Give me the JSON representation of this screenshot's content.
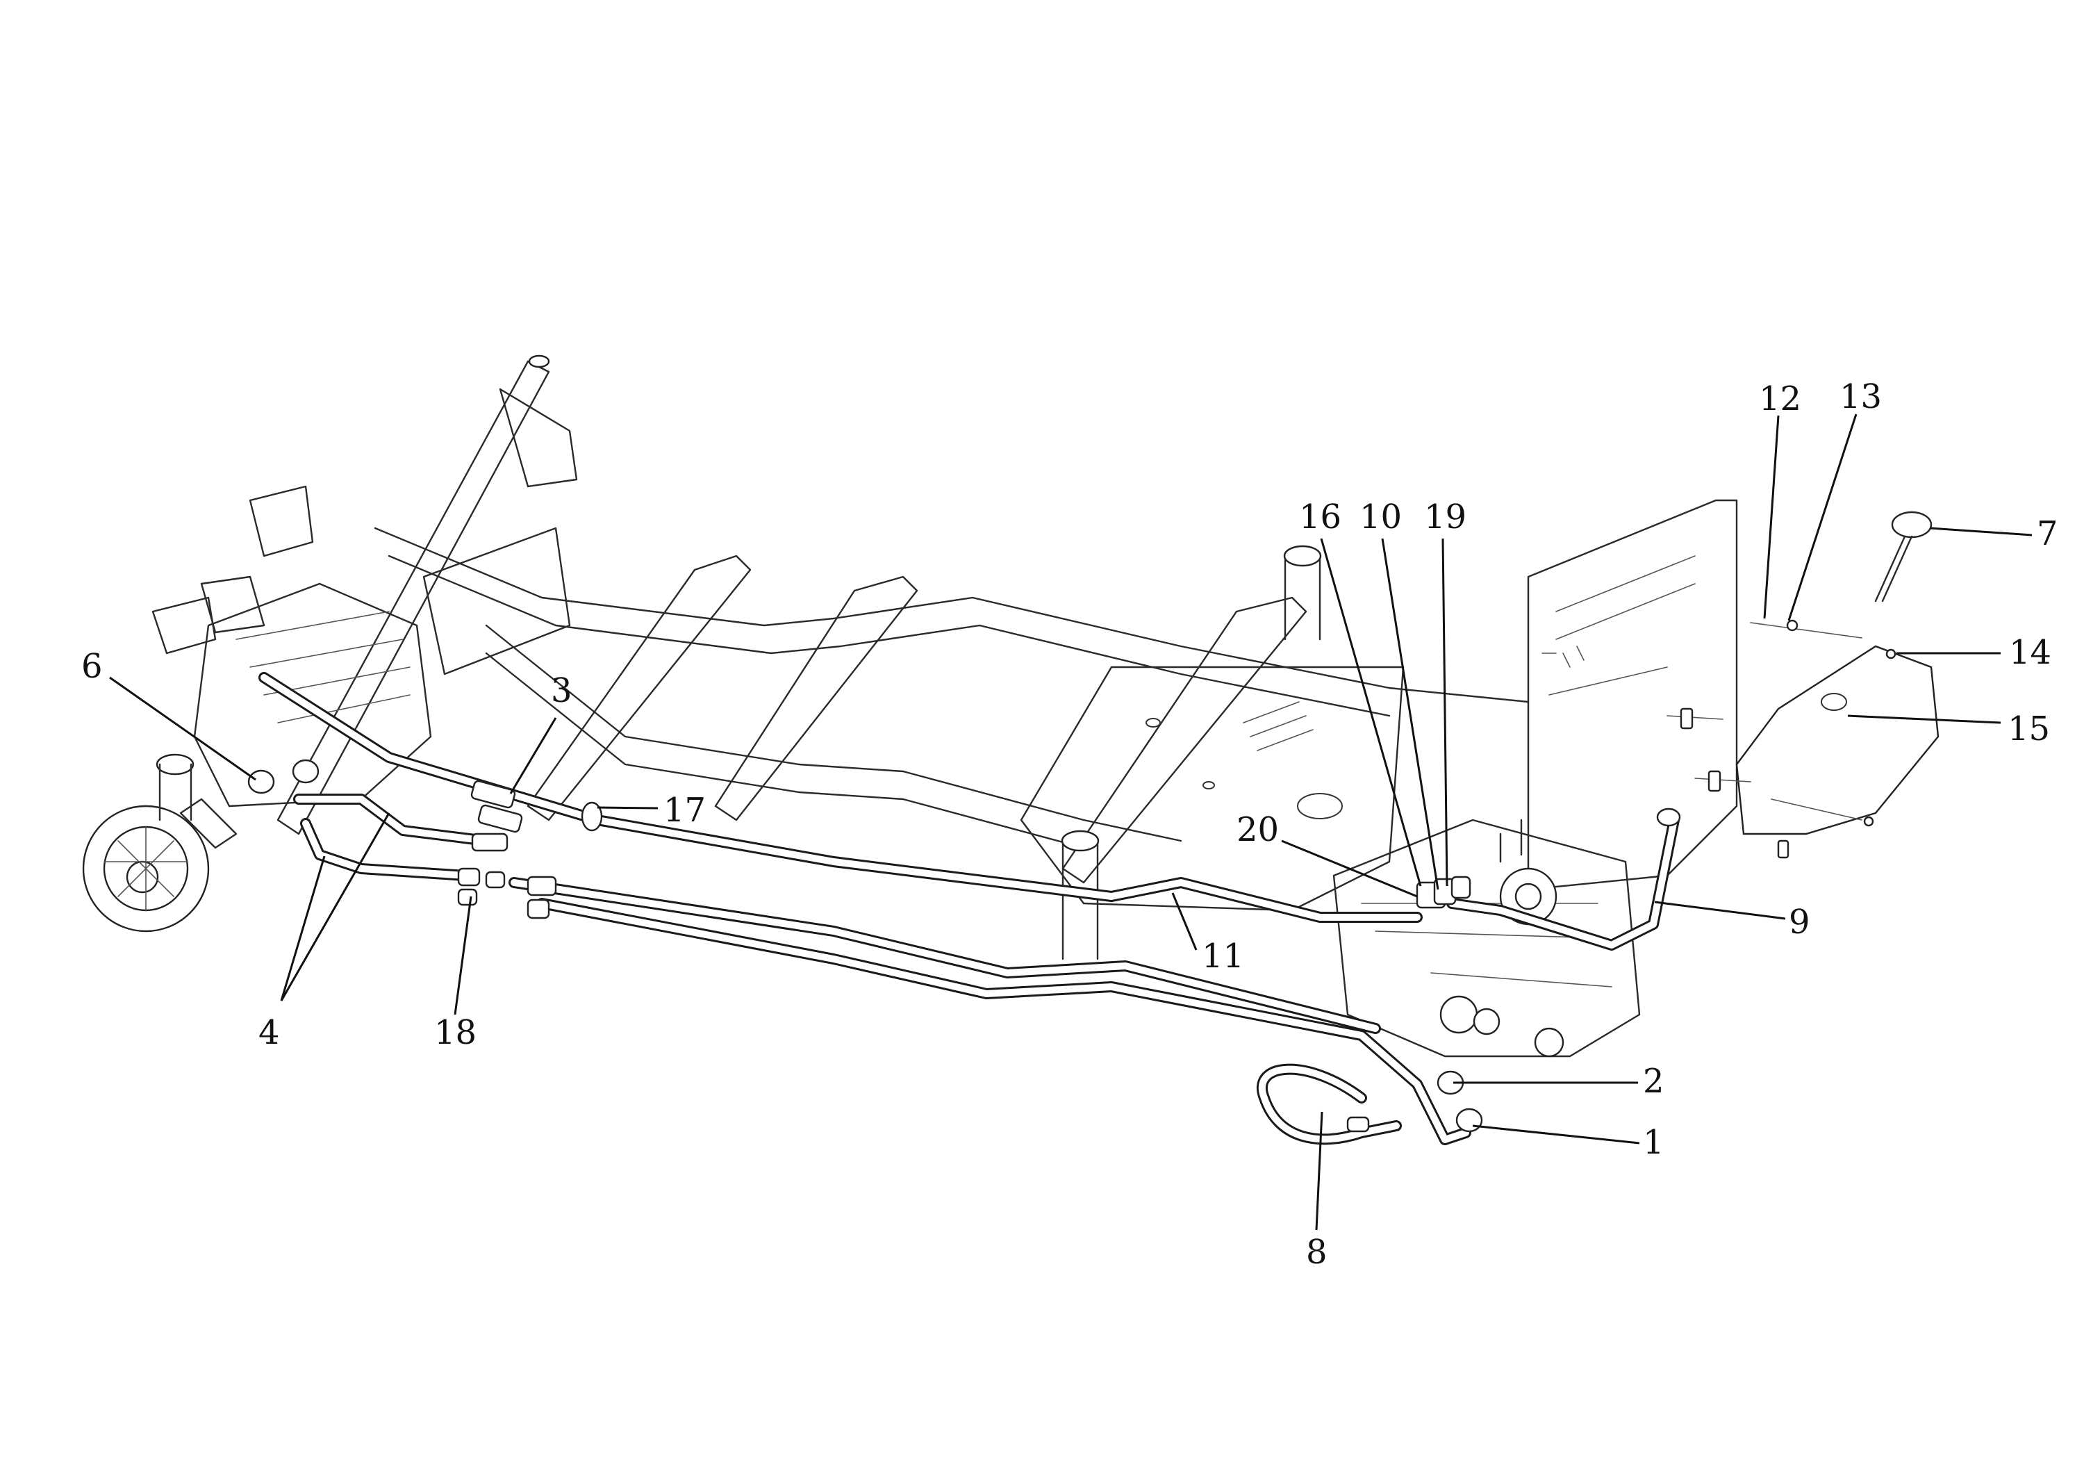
{
  "diagram": {
    "callouts": [
      {
        "id": "1",
        "label": "1"
      },
      {
        "id": "2",
        "label": "2"
      },
      {
        "id": "3",
        "label": "3"
      },
      {
        "id": "4",
        "label": "4"
      },
      {
        "id": "6",
        "label": "6"
      },
      {
        "id": "7",
        "label": "7"
      },
      {
        "id": "8",
        "label": "8"
      },
      {
        "id": "9",
        "label": "9"
      },
      {
        "id": "10",
        "label": "10"
      },
      {
        "id": "11",
        "label": "11"
      },
      {
        "id": "12",
        "label": "12"
      },
      {
        "id": "13",
        "label": "13"
      },
      {
        "id": "14",
        "label": "14"
      },
      {
        "id": "15",
        "label": "15"
      },
      {
        "id": "16",
        "label": "16"
      },
      {
        "id": "17",
        "label": "17"
      },
      {
        "id": "18",
        "label": "18"
      },
      {
        "id": "19",
        "label": "19"
      },
      {
        "id": "20",
        "label": "20"
      }
    ]
  }
}
